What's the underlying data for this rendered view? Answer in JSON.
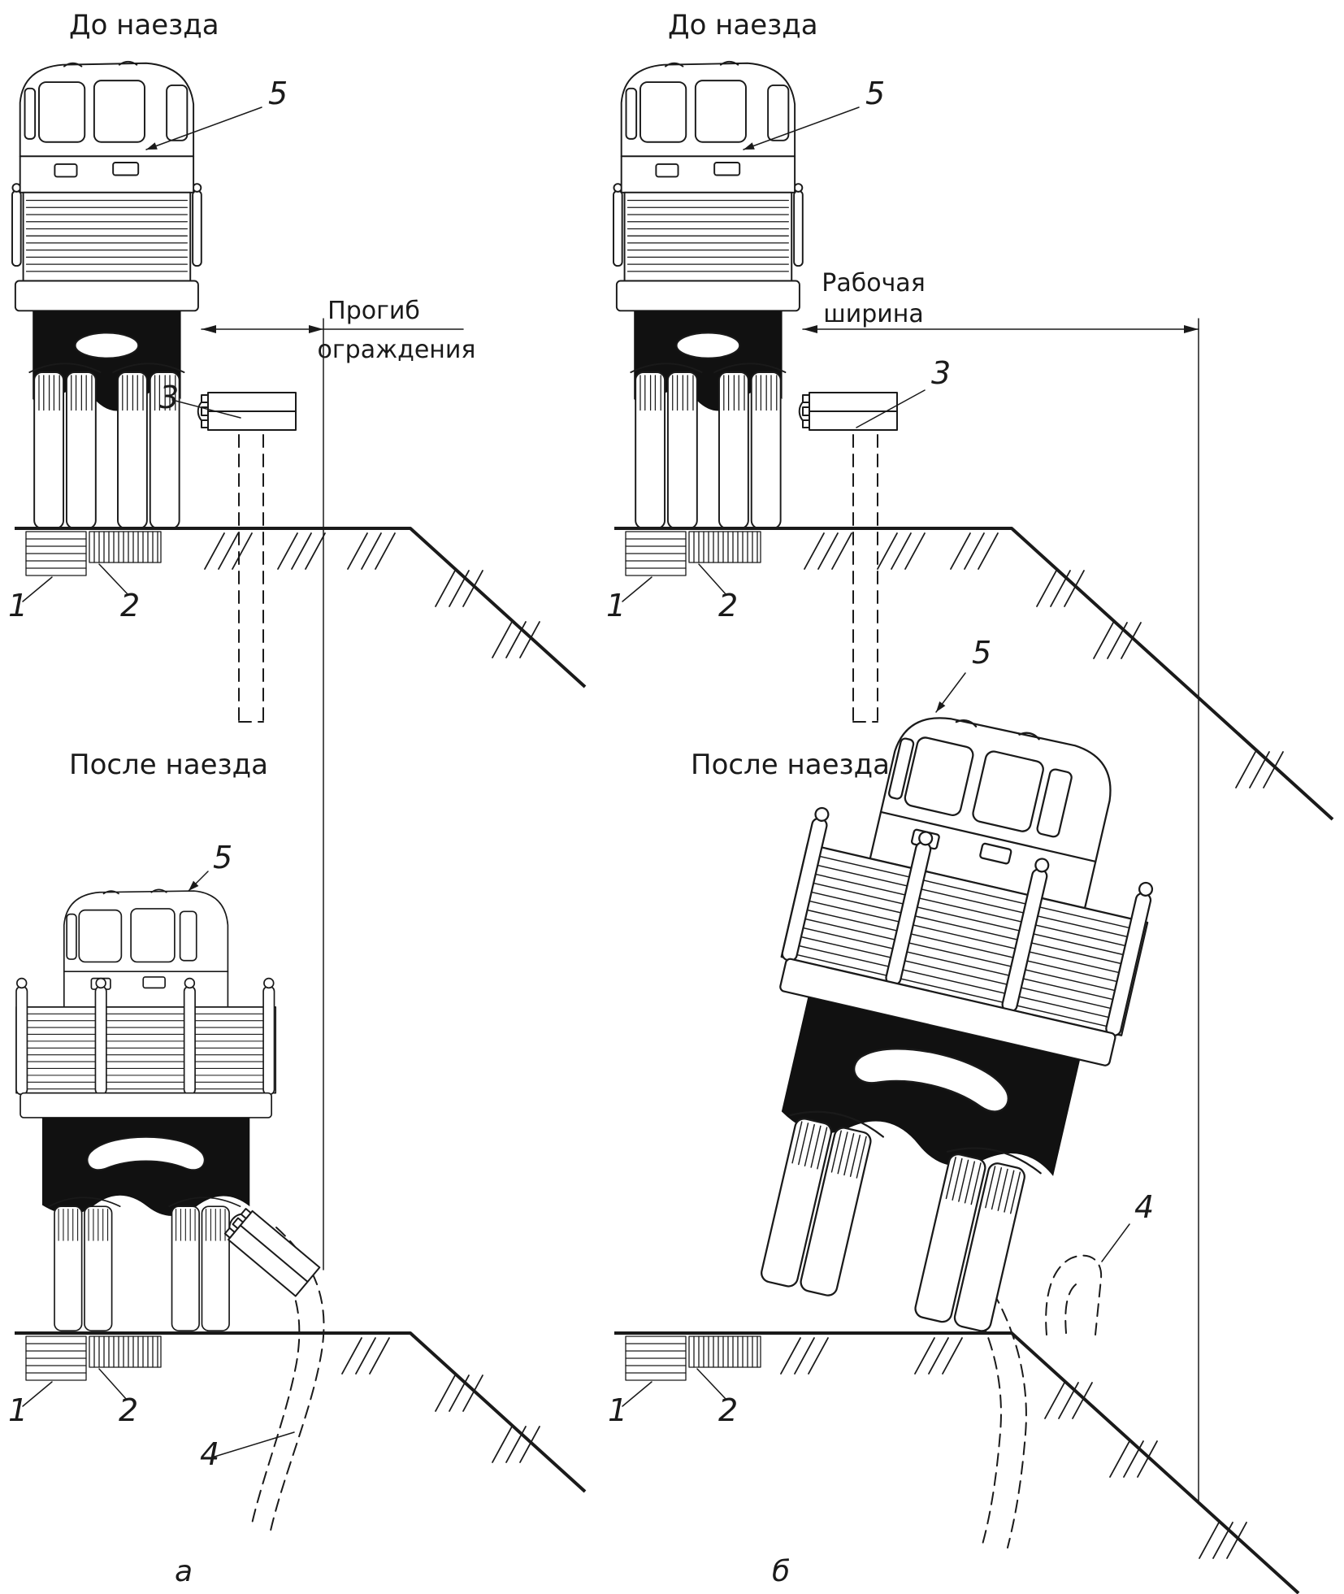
{
  "figure": {
    "background": "#ffffff",
    "ink_color": "#1a1a1a"
  },
  "panels": {
    "top_left": {
      "title": "До наезда",
      "dimension_line1": "Прогиб",
      "dimension_line2": "ограждения",
      "callout_vehicle": "5",
      "callout_post": "3",
      "callout_shoulder": "1",
      "callout_curb": "2"
    },
    "top_right": {
      "title": "До наезда",
      "dimension_line1": "Рабочая",
      "dimension_line2": "ширина",
      "callout_vehicle": "5",
      "callout_post": "3",
      "callout_shoulder": "1",
      "callout_curb": "2"
    },
    "bottom_left": {
      "title": "После наезда",
      "callout_vehicle": "5",
      "callout_shoulder": "1",
      "callout_curb": "2",
      "callout_deformed": "4",
      "caption": "а"
    },
    "bottom_right": {
      "title": "После наезда",
      "callout_vehicle": "5",
      "callout_shoulder": "1",
      "callout_curb": "2",
      "callout_deformed": "4",
      "caption": "б"
    }
  }
}
